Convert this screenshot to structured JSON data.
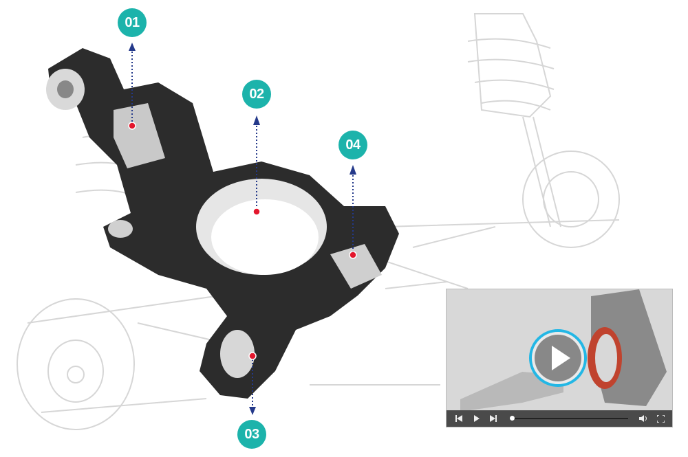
{
  "colors": {
    "badge": "#1cb3ab",
    "arrow": "#24398a",
    "dot": "#e3172d",
    "controls_bg": "#4a4a4a",
    "progress": "#29a8e0"
  },
  "callouts": [
    {
      "id": "01",
      "label": "01"
    },
    {
      "id": "02",
      "label": "02"
    },
    {
      "id": "03",
      "label": "03"
    },
    {
      "id": "04",
      "label": "04"
    }
  ],
  "video": {
    "progress_percent": 2,
    "controls": [
      "skip-back-icon",
      "play-icon",
      "skip-forward-icon",
      "volume-icon",
      "fullscreen-icon"
    ]
  }
}
